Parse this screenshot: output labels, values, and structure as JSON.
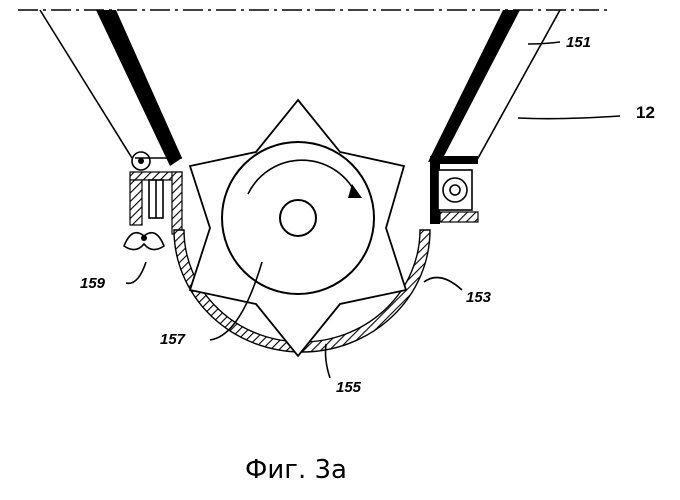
{
  "figure": {
    "caption": "Фиг. 3а",
    "labels": {
      "l151": "151",
      "l12": "12",
      "l159": "159",
      "l153": "153",
      "l157": "157",
      "l155": "155"
    }
  }
}
